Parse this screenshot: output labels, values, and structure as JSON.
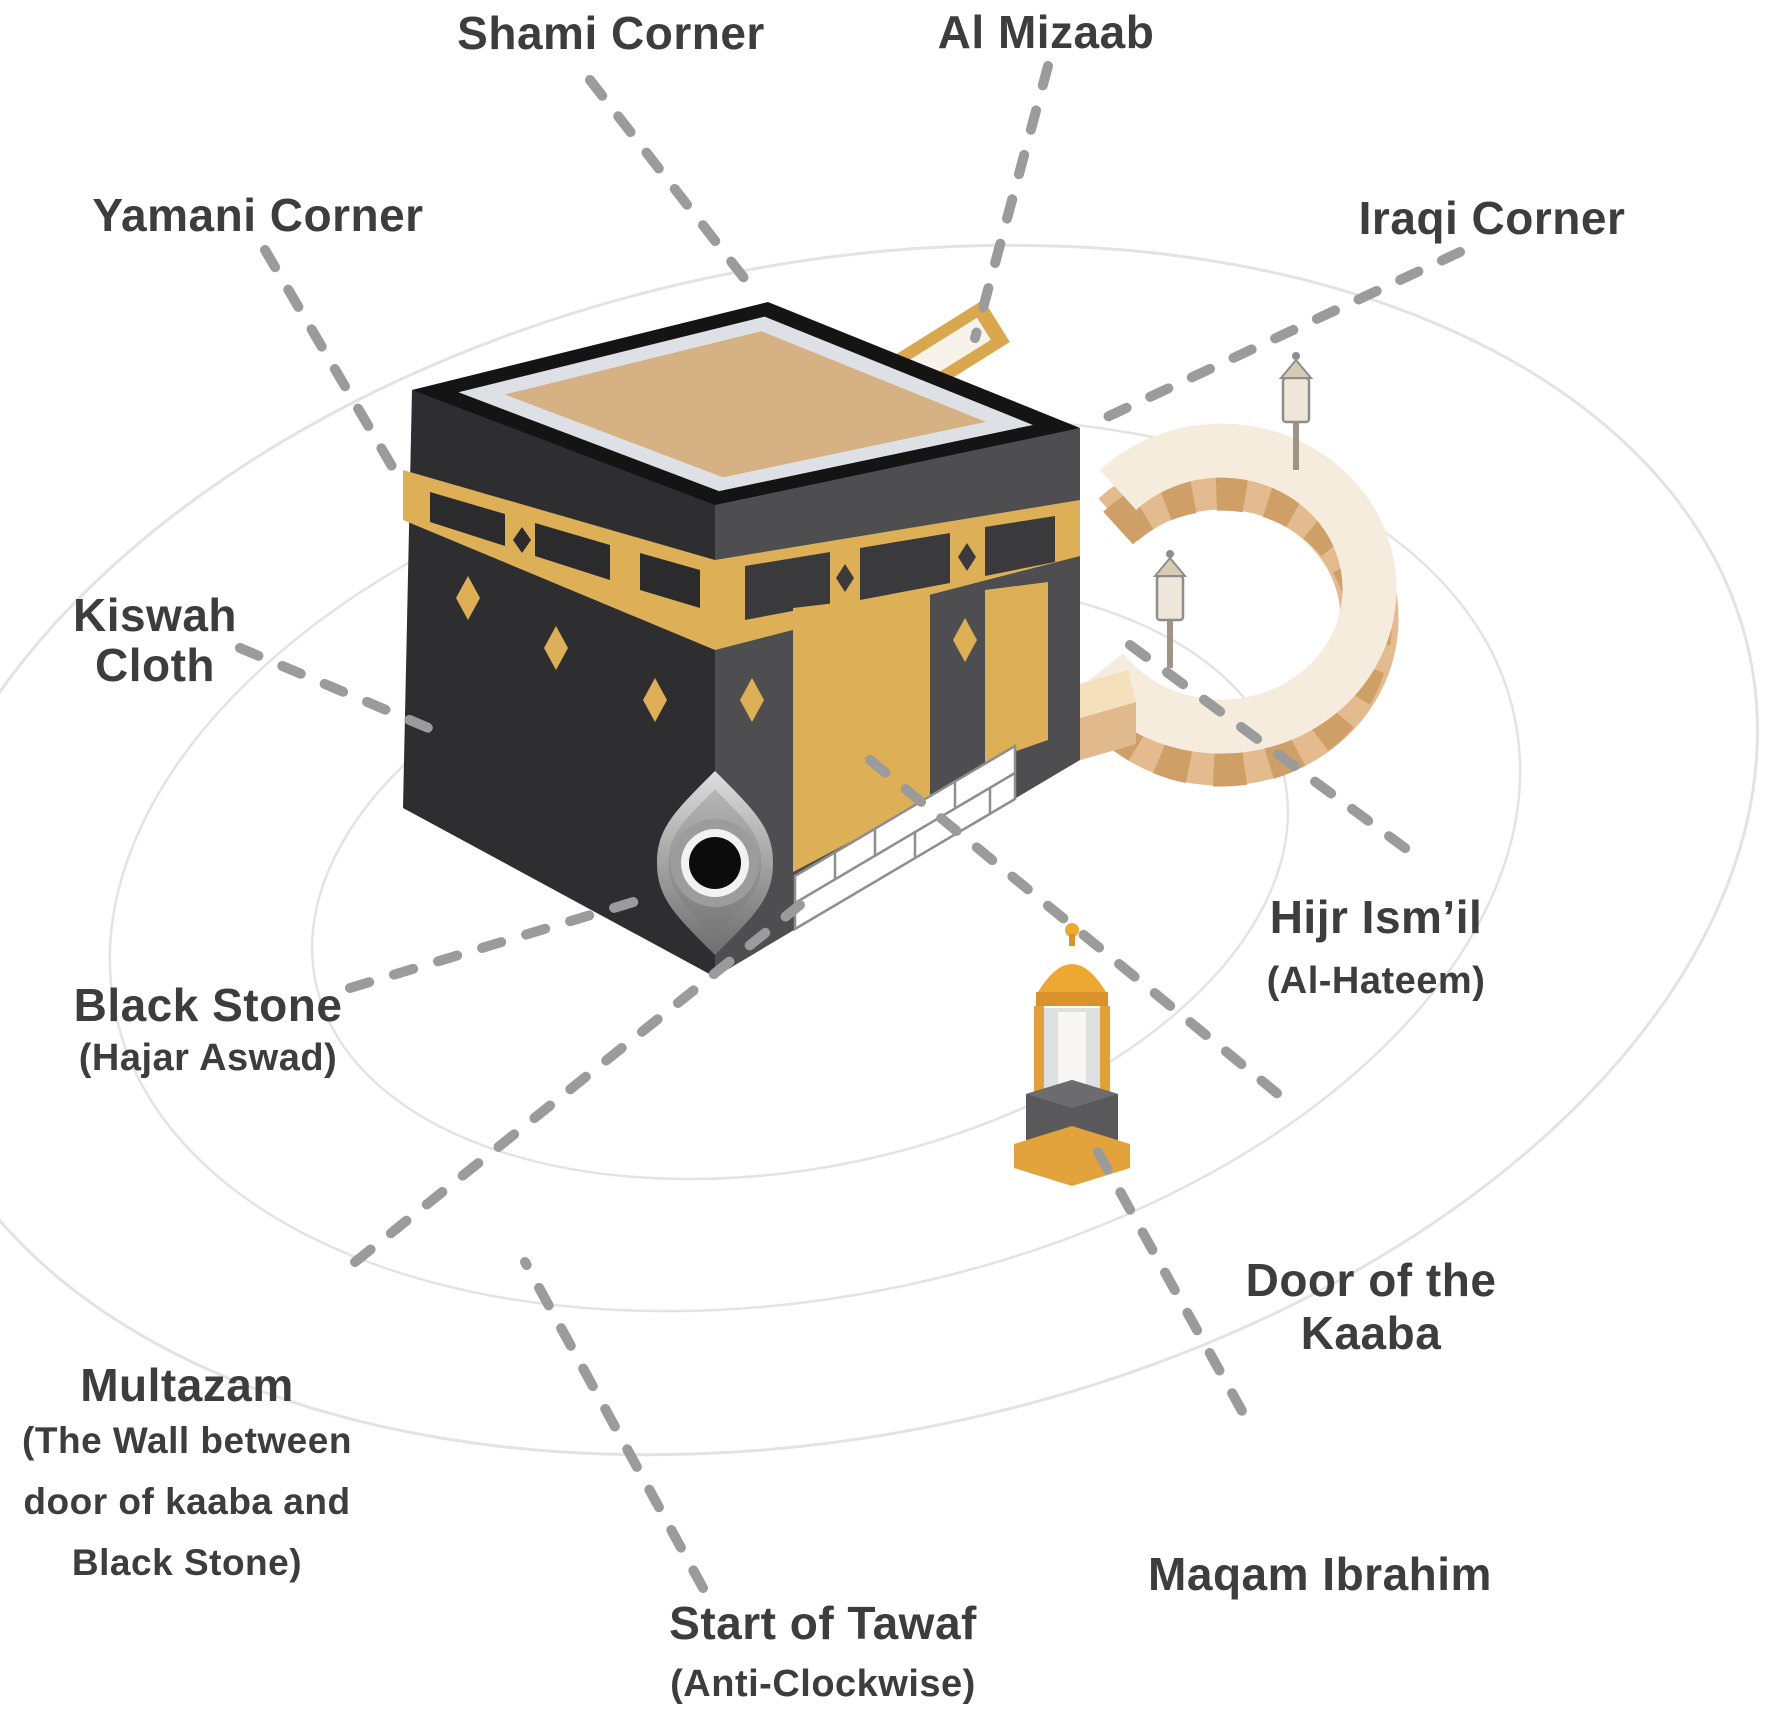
{
  "diagram": {
    "labels": {
      "shami_corner": "Shami Corner",
      "al_mizaab": "Al Mizaab",
      "yamani_corner": "Yamani Corner",
      "iraqi_corner": "Iraqi Corner",
      "kiswah_line1": "Kiswah",
      "kiswah_line2": "Cloth",
      "black_stone_title": "Black Stone",
      "black_stone_sub": "(Hajar Aswad)",
      "multazam_title": "Multazam",
      "multazam_sub1": "(The Wall between",
      "multazam_sub2": "door of kaaba and",
      "multazam_sub3": "Black Stone)",
      "tawaf_title": "Start of Tawaf",
      "tawaf_sub": "(Anti-Clockwise)",
      "hijr_title": "Hijr Ism’il",
      "hijr_sub": "(Al-Hateem)",
      "door_line1": "Door of the",
      "door_line2": "Kaaba",
      "maqam": "Maqam Ibrahim"
    },
    "icons": {
      "kaaba": "isometric-black-cube-with-gold-kiswah-band",
      "black_stone": "silver-marquise-eye-with-black-center",
      "al_mizaab": "gold-rain-spout",
      "hijr_ismail": "c-shaped-beige-wall",
      "maqam_ibrahim": "gold-lantern-shrine",
      "lamp_post": "small-street-lamp",
      "leader": "gray-dashed-line",
      "tawaf_path": "faint-ellipse-rings"
    },
    "colors": {
      "label_text": "#3d3d3d",
      "leader_line": "#9b9b9b",
      "tawaf_ring": "#e3e3e3",
      "kaaba_left_face": "#2e2e30",
      "kaaba_right_face": "#4e4e50",
      "kiswah_gold": "#ddb057",
      "roof_border": "#141414",
      "roof_inner_ring": "#dde1e5",
      "roof_top": "#d6b183",
      "door_gold": "#ddb057",
      "hijr_wall_face": "#e3bb8e",
      "hijr_wall_top": "#f6ecdd",
      "hijr_panels": "#cf9f68",
      "maqam_gold": "#e5a23c",
      "stone_center": "#0c0c0c",
      "brick_white": "#ffffff"
    }
  }
}
